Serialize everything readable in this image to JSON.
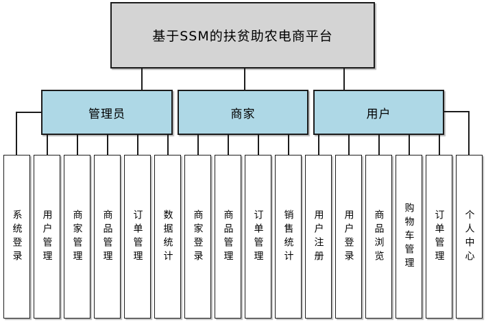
{
  "diagram": {
    "root_label": "基于SSM的扶贫助农电商平台",
    "branches": [
      {
        "label": "管理员",
        "children": [
          "系统登录",
          "用户管理",
          "商家管理",
          "商品管理",
          "订单管理",
          "数据统计"
        ]
      },
      {
        "label": "商家",
        "children": [
          "商家登录",
          "商品管理",
          "订单管理",
          "销售统计"
        ]
      },
      {
        "label": "用户",
        "children": [
          "用户注册",
          "用户登录",
          "商品浏览",
          "购物车管理",
          "订单管理",
          "个人中心"
        ]
      }
    ],
    "colors": {
      "root_fill": "#d4d4d4",
      "branch_fill": "#aed8e6",
      "leaf_fill": "#ffffff",
      "line": "#1a1a1a"
    }
  }
}
